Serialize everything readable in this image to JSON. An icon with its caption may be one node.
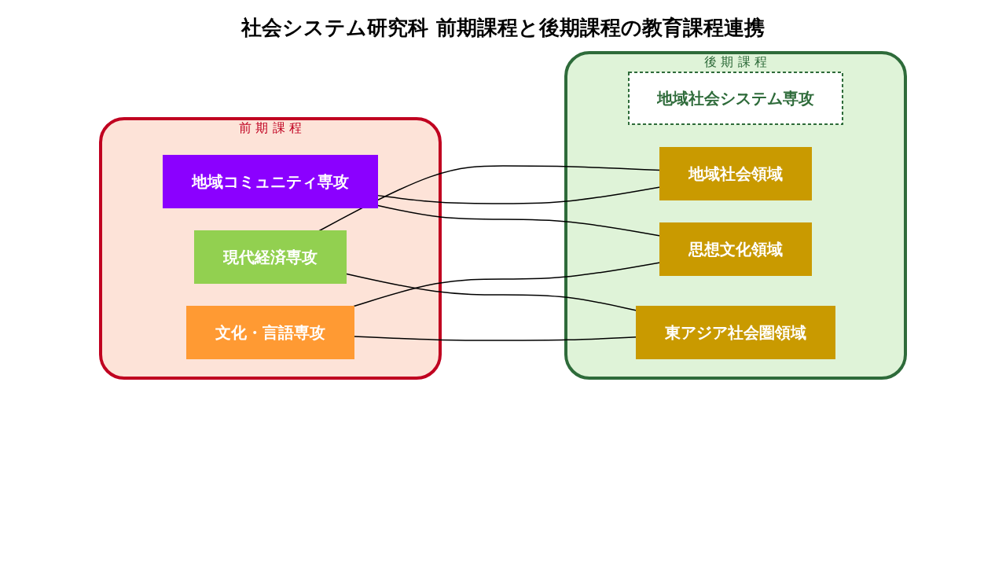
{
  "diagram": {
    "title": "社会システム研究科 前期課程と後期課程の教育課程連携",
    "nodes": [
      {
        "text": [
          "前 期 課 程"
        ]
      },
      {
        "text": [
          "現代経済専攻"
        ],
        "in": 0
      },
      {
        "text": [
          "地域コミュニティ専攻"
        ],
        "in": 0
      },
      {
        "text": [
          "文化・言語専攻"
        ],
        "in": 0
      },
      {
        "text": [
          "後 期 課 程"
        ]
      },
      {
        "text": [
          "地域社会システム専攻"
        ],
        "in": 4
      },
      {
        "text": [
          "地域社会領域"
        ],
        "in": 4
      },
      {
        "text": [
          "思想文化領域"
        ],
        "in": 4
      },
      {
        "text": [
          "東アジア社会圏領域"
        ],
        "in": 4
      }
    ],
    "edges": [
      {
        "from": 1,
        "to": 6,
        "arrow": "none"
      },
      {
        "from": 1,
        "to": 8,
        "arrow": "none"
      },
      {
        "from": 2,
        "to": 6,
        "arrow": "none"
      },
      {
        "from": 2,
        "to": 7,
        "arrow": "none"
      },
      {
        "from": 3,
        "to": 7,
        "arrow": "none"
      },
      {
        "from": 3,
        "to": 8,
        "arrow": "none"
      }
    ]
  }
}
